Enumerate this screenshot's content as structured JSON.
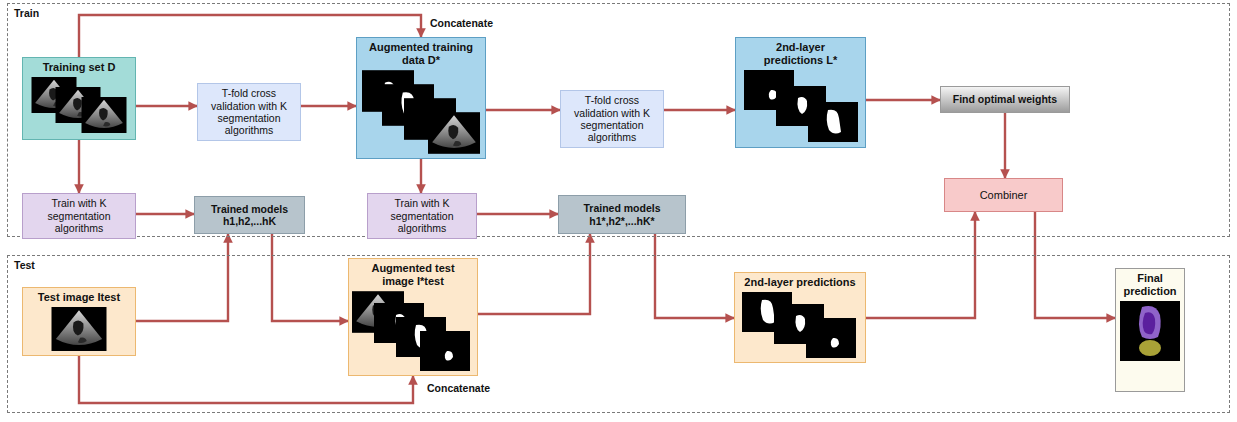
{
  "diagram": {
    "nodes": [
      {
        "text": [
          "Train"
        ]
      },
      {
        "text": [
          "Training set D"
        ],
        "in": 0
      },
      {
        "text": [
          "T-fold cross validation with K segmentation algorithms"
        ],
        "in": 0
      },
      {
        "text": [
          "Augmented training data D*"
        ],
        "in": 0
      },
      {
        "text": [
          "T-fold cross validation with K segmentation algorithms"
        ],
        "in": 0
      },
      {
        "text": [
          "2nd-layer predictions L*"
        ],
        "in": 0
      },
      {
        "text": [
          "Find optimal weights"
        ],
        "in": 0
      },
      {
        "text": [
          "Train with K segmentation algorithms"
        ],
        "in": 0
      },
      {
        "text": [
          "Trained models h1,h2,...hK"
        ],
        "in": 0
      },
      {
        "text": [
          "Train with K segmentation algorithms"
        ],
        "in": 0
      },
      {
        "text": [
          "Trained models h1*,h2*,...hK*"
        ],
        "in": 0
      },
      {
        "text": [
          "Combiner"
        ],
        "in": 0
      },
      {
        "text": [
          "Test"
        ]
      },
      {
        "text": [
          "Test image Itest"
        ],
        "in": 12
      },
      {
        "text": [
          "Augmented test image I*test"
        ],
        "in": 12
      },
      {
        "text": [
          "2nd-layer predictions"
        ],
        "in": 12
      },
      {
        "text": [
          "Final prediction"
        ],
        "in": 12
      }
    ],
    "edges": [
      {
        "from": 1,
        "to": 2,
        "arrow": "to"
      },
      {
        "from": 2,
        "to": 3,
        "arrow": "to"
      },
      {
        "from": 1,
        "to": 3,
        "label": "Concatenate",
        "arrow": "to"
      },
      {
        "from": 3,
        "to": 4,
        "arrow": "to"
      },
      {
        "from": 4,
        "to": 5,
        "arrow": "to"
      },
      {
        "from": 5,
        "to": 6,
        "arrow": "to"
      },
      {
        "from": 6,
        "to": 11,
        "arrow": "to"
      },
      {
        "from": 1,
        "to": 7,
        "arrow": "to"
      },
      {
        "from": 7,
        "to": 8,
        "arrow": "to"
      },
      {
        "from": 3,
        "to": 9,
        "arrow": "to"
      },
      {
        "from": 9,
        "to": 10,
        "arrow": "to"
      },
      {
        "from": 13,
        "to": 8,
        "arrow": "to"
      },
      {
        "from": 8,
        "to": 14,
        "arrow": "to"
      },
      {
        "from": 13,
        "to": 14,
        "label": "Concatenate",
        "arrow": "to"
      },
      {
        "from": 14,
        "to": 10,
        "arrow": "to"
      },
      {
        "from": 10,
        "to": 15,
        "arrow": "to"
      },
      {
        "from": 15,
        "to": 11,
        "arrow": "to"
      },
      {
        "from": 11,
        "to": 16,
        "arrow": "to"
      }
    ]
  }
}
